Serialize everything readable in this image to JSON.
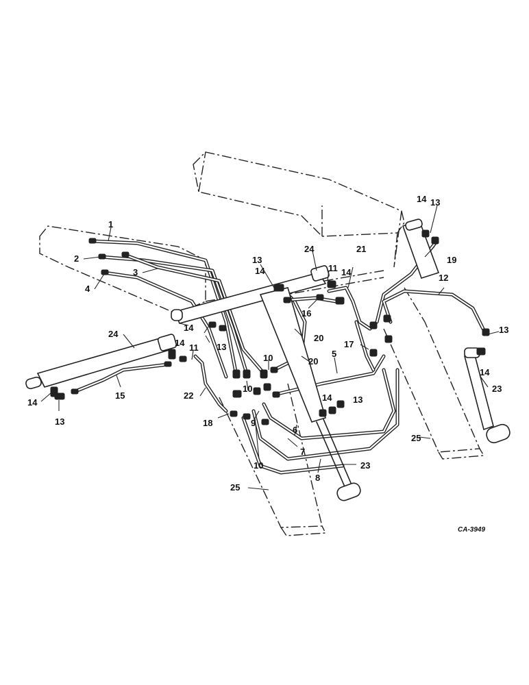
{
  "diagram": {
    "reference_code": "CA-3949",
    "labels": [
      {
        "id": "l1",
        "text": "1"
      },
      {
        "id": "l2",
        "text": "2"
      },
      {
        "id": "l3",
        "text": "3"
      },
      {
        "id": "l4",
        "text": "4"
      },
      {
        "id": "l5",
        "text": "5"
      },
      {
        "id": "l6",
        "text": "6"
      },
      {
        "id": "l7",
        "text": "7"
      },
      {
        "id": "l8",
        "text": "8"
      },
      {
        "id": "l9",
        "text": "9"
      },
      {
        "id": "l10a",
        "text": "10"
      },
      {
        "id": "l10b",
        "text": "10"
      },
      {
        "id": "l10c",
        "text": "10"
      },
      {
        "id": "l11a",
        "text": "11"
      },
      {
        "id": "l11b",
        "text": "11"
      },
      {
        "id": "l12",
        "text": "12"
      },
      {
        "id": "l13a",
        "text": "13"
      },
      {
        "id": "l13b",
        "text": "13"
      },
      {
        "id": "l13c",
        "text": "13"
      },
      {
        "id": "l13d",
        "text": "13"
      },
      {
        "id": "l13e",
        "text": "13"
      },
      {
        "id": "l13f",
        "text": "13"
      },
      {
        "id": "l14a",
        "text": "14"
      },
      {
        "id": "l14b",
        "text": "14"
      },
      {
        "id": "l14c",
        "text": "14"
      },
      {
        "id": "l14d",
        "text": "14"
      },
      {
        "id": "l14e",
        "text": "14"
      },
      {
        "id": "l14f",
        "text": "14"
      },
      {
        "id": "l14g",
        "text": "14"
      },
      {
        "id": "l14h",
        "text": "14"
      },
      {
        "id": "l15",
        "text": "15"
      },
      {
        "id": "l16",
        "text": "16"
      },
      {
        "id": "l17",
        "text": "17"
      },
      {
        "id": "l18",
        "text": "18"
      },
      {
        "id": "l19",
        "text": "19"
      },
      {
        "id": "l20a",
        "text": "20"
      },
      {
        "id": "l20b",
        "text": "20"
      },
      {
        "id": "l21",
        "text": "21"
      },
      {
        "id": "l22",
        "text": "22"
      },
      {
        "id": "l23a",
        "text": "23"
      },
      {
        "id": "l23b",
        "text": "23"
      },
      {
        "id": "l24a",
        "text": "24"
      },
      {
        "id": "l24b",
        "text": "24"
      },
      {
        "id": "l25a",
        "text": "25"
      },
      {
        "id": "l25b",
        "text": "25"
      }
    ]
  }
}
